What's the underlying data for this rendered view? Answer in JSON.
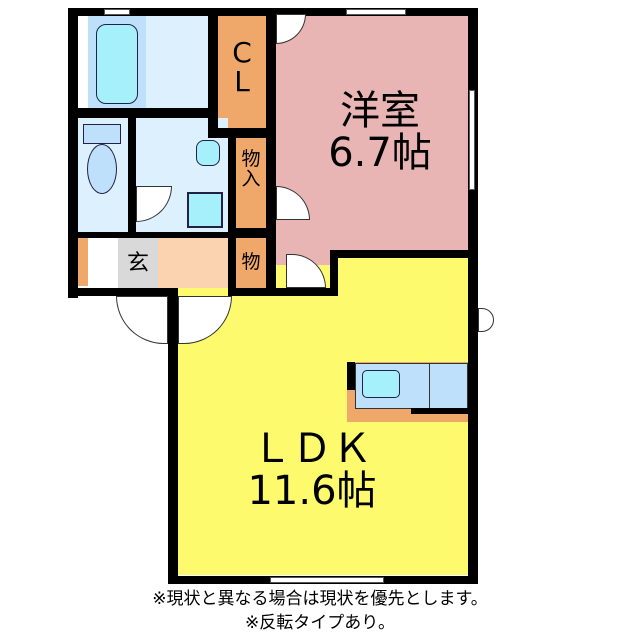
{
  "floorplan": {
    "rooms": {
      "western_room": {
        "name": "洋室",
        "size": "6.7帖",
        "color": "#e8b4b4"
      },
      "ldk": {
        "name": "ＬＤＫ",
        "size": "11.6帖",
        "color": "#fdfa6e"
      },
      "closet": {
        "label_line1": "C",
        "label_line2": "L",
        "color": "#f0a86a"
      },
      "storage_1": {
        "label_line1": "物",
        "label_line2": "入",
        "color": "#f0a86a"
      },
      "storage_2": {
        "label": "物",
        "color": "#f0a86a"
      },
      "entrance": {
        "label": "玄",
        "color": "#d9d9d9"
      },
      "hallway": {
        "color": "#fcd3b0"
      },
      "bathroom": {
        "color": "#dcf0fe"
      },
      "toilet": {
        "color": "#dcf0fe"
      },
      "washroom": {
        "color": "#dcf0fe"
      }
    },
    "colors": {
      "wall": "#000000",
      "fixture_blue": "#bfe0fb",
      "fixture_cyan": "#a5f0fb",
      "counter": "#f0a86a"
    }
  },
  "notes": {
    "line1": "※現状と異なる場合は現状を優先とします。",
    "line2": "※反転タイプあり。"
  }
}
